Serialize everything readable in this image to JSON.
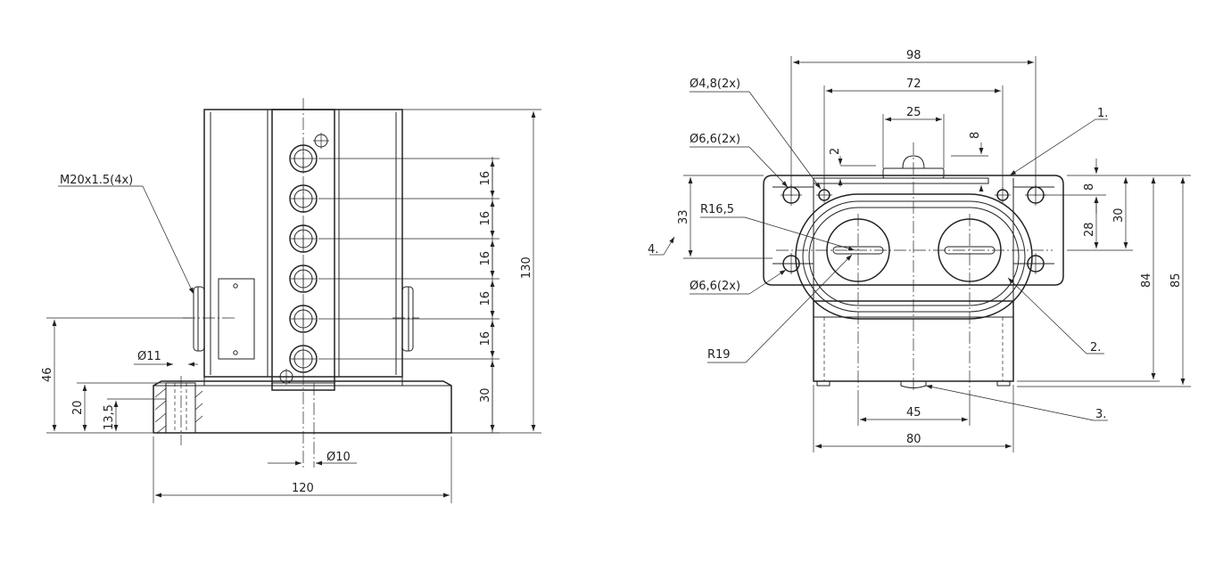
{
  "views": {
    "front": {
      "thread_callout": "M20x1.5(4x)",
      "dia_left_hole": "Ø11",
      "dia_bottom": "Ø10",
      "height_total": "130",
      "height_46": "46",
      "height_20": "20",
      "height_13_5": "13,5",
      "width_120": "120",
      "pitch_labels": [
        "16",
        "16",
        "16",
        "16",
        "16"
      ],
      "bottom_30": "30"
    },
    "side": {
      "w98": "98",
      "w72": "72",
      "w25": "25",
      "d8_top": "8",
      "d2_top": "2",
      "dia48": "Ø4,8(2x)",
      "dia66_top": "Ø6,6(2x)",
      "dia66_bottom": "Ø6,6(2x)",
      "r165": "R16,5",
      "r19": "R19",
      "h33": "33",
      "h8": "8",
      "h28": "28",
      "h30": "30",
      "h84": "84",
      "h85": "85",
      "w45": "45",
      "w80": "80",
      "items": [
        "1.",
        "2.",
        "3.",
        "4."
      ]
    }
  }
}
